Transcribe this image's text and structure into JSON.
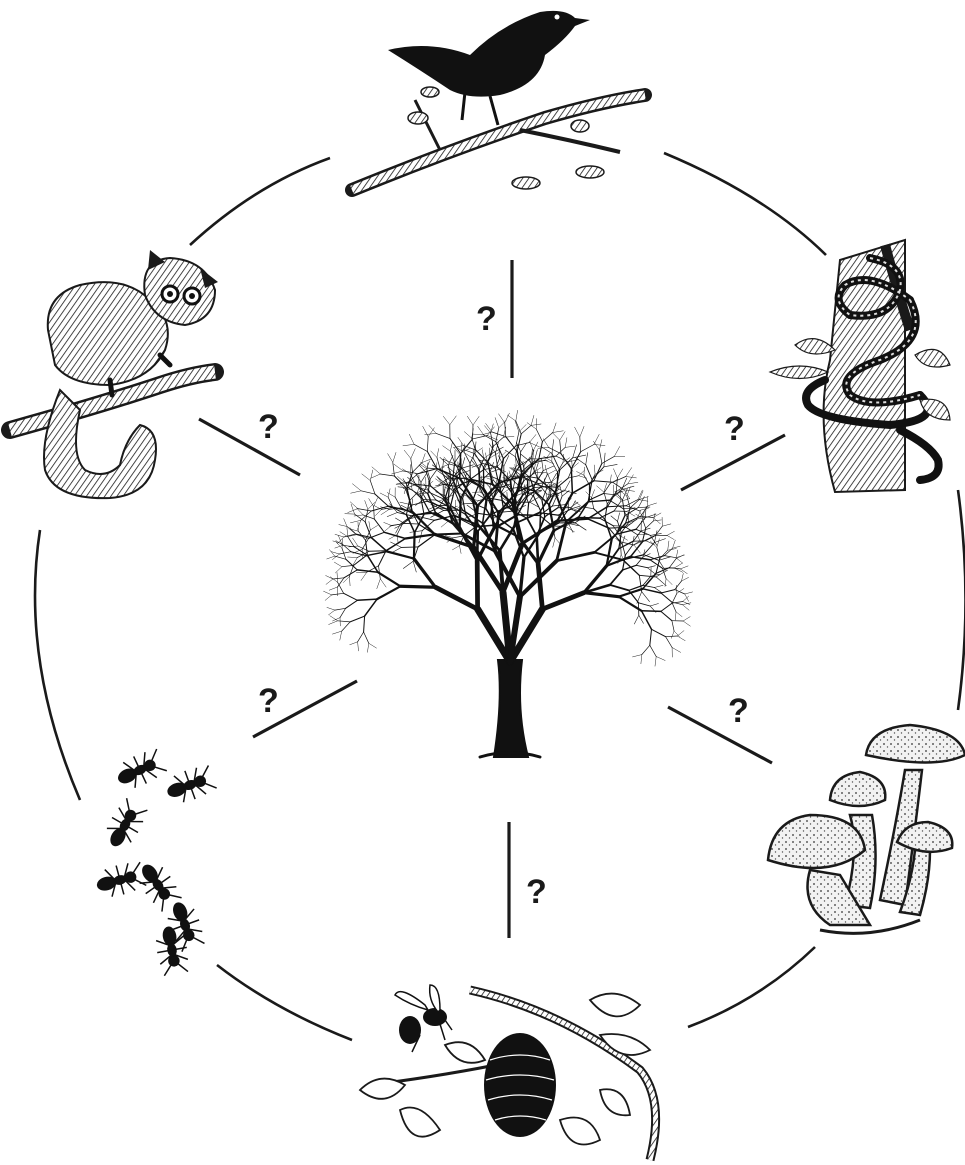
{
  "diagram": {
    "center": {
      "name": "tree",
      "icon": "bare-tree-icon"
    },
    "organisms": [
      {
        "name": "crow",
        "icon": "crow-on-branch-icon"
      },
      {
        "name": "snake",
        "icon": "snake-on-trunk-icon"
      },
      {
        "name": "mushrooms",
        "icon": "mushroom-cluster-icon"
      },
      {
        "name": "wasp-nest",
        "icon": "wasp-and-nest-icon"
      },
      {
        "name": "ants",
        "icon": "ants-icon"
      },
      {
        "name": "bushbaby",
        "icon": "bushbaby-on-branch-icon"
      }
    ],
    "relationship_marks": [
      "?",
      "?",
      "?",
      "?",
      "?",
      "?"
    ],
    "colors": {
      "ink": "#1a1a1a",
      "background": "#ffffff"
    }
  }
}
